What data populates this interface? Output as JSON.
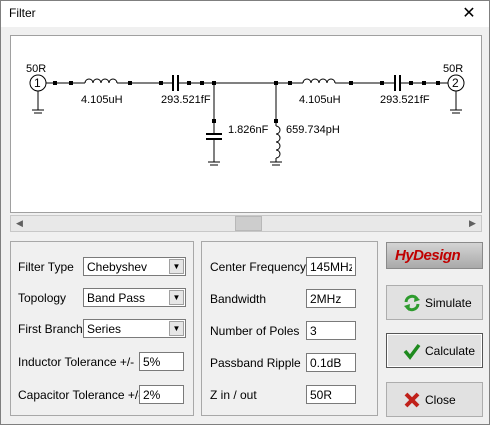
{
  "window": {
    "title": "Filter",
    "close_glyph": "✕"
  },
  "schematic": {
    "port_left": {
      "impedance": "50R",
      "number": "1"
    },
    "port_right": {
      "impedance": "50R",
      "number": "2"
    },
    "series_l1": "4.105uH",
    "series_c1": "293.521fF",
    "shunt_c": "1.826nF",
    "shunt_l": "659.734pH",
    "series_l2": "4.105uH",
    "series_c2": "293.521fF"
  },
  "scrollbar": {
    "left_arrow": "◀",
    "right_arrow": "▶"
  },
  "left_panel": {
    "filter_type": {
      "label": "Filter Type",
      "value": "Chebyshev"
    },
    "topology": {
      "label": "Topology",
      "value": "Band Pass"
    },
    "first_branch": {
      "label": "First Branch",
      "value": "Series"
    },
    "inductor_tolerance": {
      "label": "Inductor Tolerance +/-",
      "value": "5%"
    },
    "capacitor_tolerance": {
      "label": "Capacitor Tolerance +/-",
      "value": "2%"
    }
  },
  "middle_panel": {
    "center_frequency": {
      "label": "Center Frequency",
      "value": "145MHz"
    },
    "bandwidth": {
      "label": "Bandwidth",
      "value": "2MHz"
    },
    "number_of_poles": {
      "label": "Number of Poles",
      "value": "3"
    },
    "passband_ripple": {
      "label": "Passband Ripple",
      "value": "0.1dB"
    },
    "z_in_out": {
      "label": "Z in / out",
      "value": "50R"
    }
  },
  "logo": {
    "text": "HyDesign"
  },
  "buttons": {
    "simulate": "Simulate",
    "calculate": "Calculate",
    "close": "Close"
  },
  "colors": {
    "simulate_icon": "#2e9b2e",
    "calculate_check": "#1e8a1e",
    "close_x": "#c0201a",
    "logo_red": "#c00000"
  }
}
